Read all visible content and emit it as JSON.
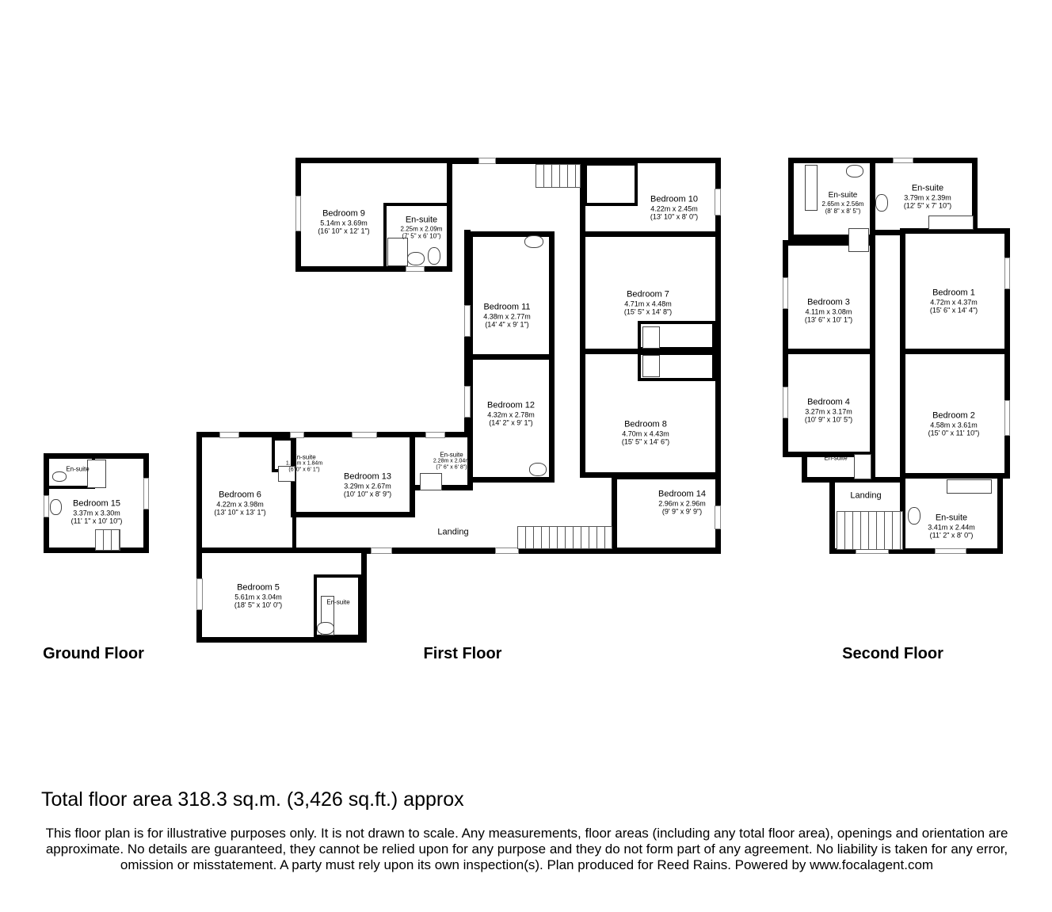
{
  "floors": {
    "ground": {
      "title": "Ground Floor",
      "rooms": [
        {
          "name": "Bedroom 15",
          "metric": "3.37m x 3.30m",
          "imperial": "(11' 1\" x 10' 10\")"
        },
        {
          "name": "En-suite"
        }
      ]
    },
    "first": {
      "title": "First Floor",
      "rooms": [
        {
          "name": "Bedroom 9",
          "metric": "5.14m x 3.69m",
          "imperial": "(16' 10\" x 12' 1\")"
        },
        {
          "name": "En-suite",
          "metric": "2.25m x 2.09m",
          "imperial": "(7' 5\" x 6' 10\")"
        },
        {
          "name": "Bedroom 10",
          "metric": "4.22m x 2.45m",
          "imperial": "(13' 10\" x 8' 0\")"
        },
        {
          "name": "Bedroom 11",
          "metric": "4.38m x 2.77m",
          "imperial": "(14' 4\" x 9' 1\")"
        },
        {
          "name": "Bedroom 7",
          "metric": "4.71m x 4.48m",
          "imperial": "(15' 5\" x 14' 8\")"
        },
        {
          "name": "Bedroom 12",
          "metric": "4.32m x 2.78m",
          "imperial": "(14' 2\" x 9' 1\")"
        },
        {
          "name": "Bedroom 8",
          "metric": "4.70m x 4.43m",
          "imperial": "(15' 5\" x 14' 6\")"
        },
        {
          "name": "Bedroom 6",
          "metric": "4.22m x 3.98m",
          "imperial": "(13' 10\" x 13' 1\")"
        },
        {
          "name": "En-suite",
          "metric": "1.84m x 1.84m",
          "imperial": "(6' 0\" x 6' 1\")"
        },
        {
          "name": "Bedroom 13",
          "metric": "3.29m x 2.67m",
          "imperial": "(10' 10\" x 8' 9\")"
        },
        {
          "name": "En-suite",
          "metric": "2.28m x 2.04m",
          "imperial": "(7' 6\" x 6' 8\")"
        },
        {
          "name": "Bedroom 14",
          "metric": "2.96m x 2.96m",
          "imperial": "(9' 9\" x 9' 9\")"
        },
        {
          "name": "Landing"
        },
        {
          "name": "Bedroom 5",
          "metric": "5.61m x 3.04m",
          "imperial": "(18' 5\" x 10' 0\")"
        },
        {
          "name": "En-suite"
        }
      ]
    },
    "second": {
      "title": "Second Floor",
      "rooms": [
        {
          "name": "En-suite",
          "metric": "2.65m x 2.56m",
          "imperial": "(8' 8\" x 8' 5\")"
        },
        {
          "name": "En-suite",
          "metric": "3.79m x 2.39m",
          "imperial": "(12' 5\" x 7' 10\")"
        },
        {
          "name": "Bedroom 3",
          "metric": "4.11m x 3.08m",
          "imperial": "(13' 6\" x 10' 1\")"
        },
        {
          "name": "Bedroom 1",
          "metric": "4.72m x 4.37m",
          "imperial": "(15' 6\" x 14' 4\")"
        },
        {
          "name": "Bedroom 4",
          "metric": "3.27m x 3.17m",
          "imperial": "(10' 9\" x 10' 5\")"
        },
        {
          "name": "Bedroom 2",
          "metric": "4.58m x 3.61m",
          "imperial": "(15' 0\" x 11' 10\")"
        },
        {
          "name": "En-suite"
        },
        {
          "name": "Landing"
        },
        {
          "name": "En-suite",
          "metric": "3.41m x 2.44m",
          "imperial": "(11' 2\" x 8' 0\")"
        }
      ]
    }
  },
  "total_area": "Total floor area 318.3 sq.m. (3,426 sq.ft.) approx",
  "disclaimer": "This floor plan is for illustrative purposes only. It is not drawn to scale. Any measurements, floor areas (including any total floor area), openings and orientation are approximate. No details are guaranteed, they cannot be relied upon for any purpose and they do not form part of any agreement. No liability is taken for any error, omission or misstatement. A party must rely upon its own inspection(s). Plan produced for Reed Rains. Powered by www.focalagent.com"
}
